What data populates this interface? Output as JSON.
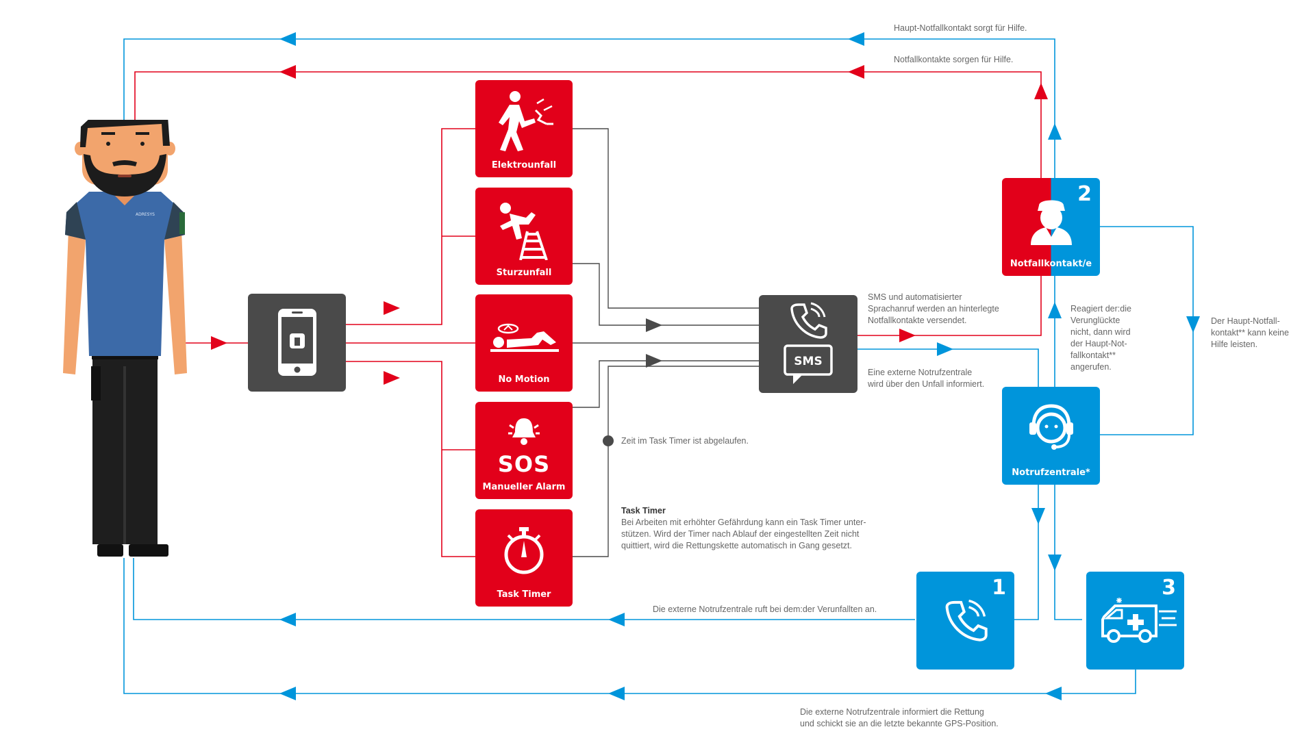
{
  "colors": {
    "red": "#e2001a",
    "blue": "#0095db",
    "grey": "#4a4a4a",
    "text": "#666666"
  },
  "person": {
    "shirt_brand": "ADRESYS"
  },
  "incidents": [
    {
      "label": "Elektrounfall",
      "icon": "electric-shock-icon"
    },
    {
      "label": "Sturzunfall",
      "icon": "ladder-fall-icon"
    },
    {
      "label": "No Motion",
      "icon": "lying-person-icon"
    },
    {
      "label": "Manueller Alarm",
      "icon": "sos-bell-icon",
      "icon_text": "SOS"
    },
    {
      "label": "Task Timer",
      "icon": "stopwatch-icon"
    }
  ],
  "comm_box": {
    "sms_label": "SMS",
    "icons": [
      "phone-ring-icon",
      "sms-bubble-icon"
    ]
  },
  "contacts": {
    "notfall": {
      "label": "Notfallkontakt/e",
      "number": "2",
      "icon": "worker-icon"
    },
    "zentrale": {
      "label": "Notrufzentrale*",
      "icon": "headset-operator-icon"
    },
    "call": {
      "number": "1",
      "icon": "phone-call-icon"
    },
    "rescue": {
      "number": "3",
      "icon": "ambulance-icon"
    }
  },
  "notes": {
    "haupt_hilfe": "Haupt-Notfallkontakt sorgt für Hilfe.",
    "kontakte_hilfe": "Notfallkontakte sorgen für Hilfe.",
    "sms_info": "SMS und automatisierter\nSprachanruf werden an hinterlegte\nNotfallkontakte versendet.",
    "extern_info": "Eine externe Notrufzentrale\nwird über den Unfall informiert.",
    "reagiert": "Reagiert der:die\nVerunglückte\nnicht, dann wird\nder Haupt-Not-\nfallkontakt**\nangerufen.",
    "haupt_keine": "Der Haupt-Notfall-\nkontakt** kann keine\nHilfe leisten.",
    "timer_elapsed": "Zeit im Task Timer ist abgelaufen.",
    "task_timer_title": "Task Timer",
    "task_timer_body": "Bei Arbeiten mit erhöhter Gefährdung kann ein Task Timer unter-\nstützen. Wird der Timer nach Ablauf der eingestellten Zeit nicht\nquittiert, wird die Rettungskette automatisch in Gang gesetzt.",
    "ruft_an": "Die externe Notrufzentrale ruft bei dem:der Verunfallten an.",
    "rettung": "Die externe Notrufzentrale informiert die Rettung\nund schickt sie an die letzte bekannte GPS-Position."
  }
}
